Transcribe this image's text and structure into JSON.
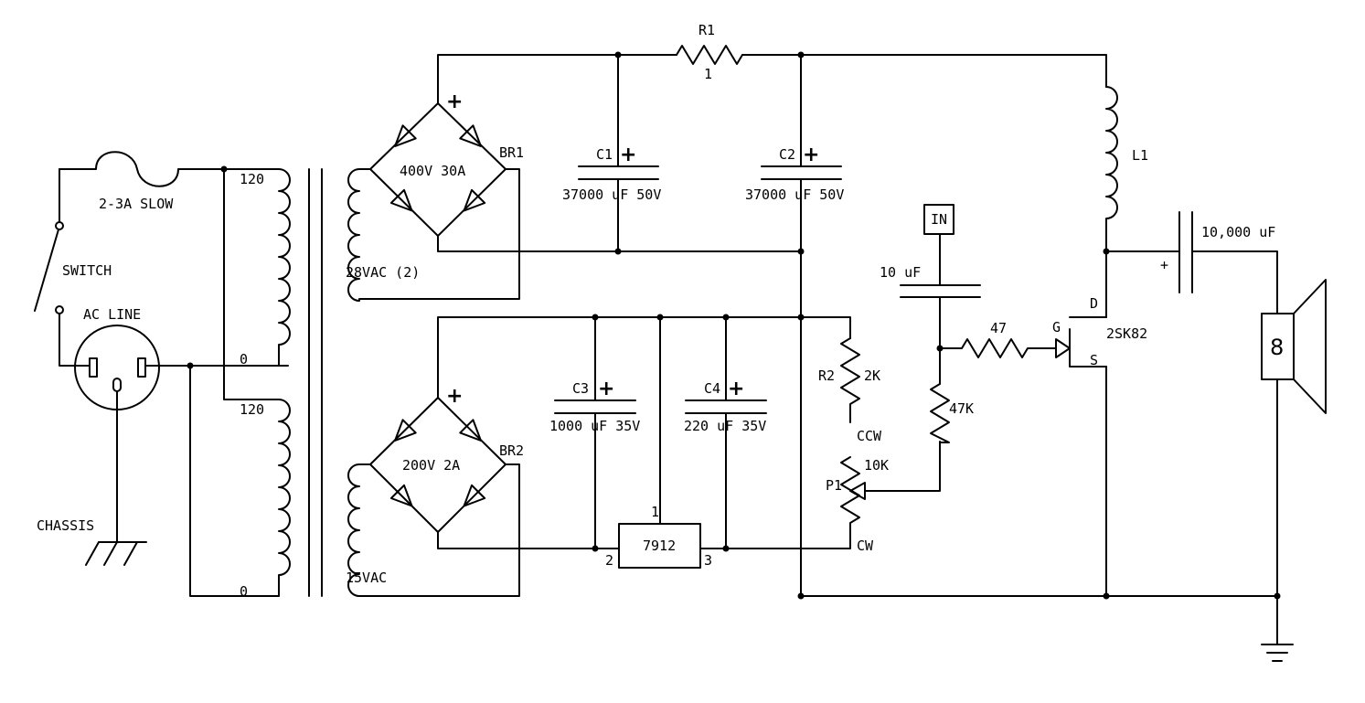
{
  "components": {
    "fuse": "2-3A SLOW",
    "switch": "SWITCH",
    "ac_line": "AC LINE",
    "chassis": "CHASSIS",
    "xfmr_120_top": "120",
    "xfmr_0_top": "0",
    "xfmr_120_bot": "120",
    "xfmr_0_bot": "0",
    "sec_28vac": "28VAC (2)",
    "sec_15vac": "15VAC",
    "br1": "BR1",
    "br1_rating": "400V 30A",
    "br2": "BR2",
    "br2_rating": "200V 2A",
    "r1": "R1",
    "r1_value": "1",
    "c1": "C1",
    "c1_value": "37000 uF 50V",
    "c2": "C2",
    "c2_value": "37000 uF 50V",
    "c3": "C3",
    "c3_value": "1000 uF 35V",
    "c4": "C4",
    "c4_value": "220 uF 35V",
    "regulator": "7912",
    "reg_pin1": "1",
    "reg_pin2": "2",
    "reg_pin3": "3",
    "r2": "R2",
    "r2_value": "2K",
    "p1": "P1",
    "p1_value": "10K",
    "ccw": "CCW",
    "cw": "CW",
    "r_47k": "47K",
    "r_47": "47",
    "input": "IN",
    "cin_value": "10 uF",
    "l1": "L1",
    "cout_value": "10,000 uF",
    "cout_plus": "+",
    "mosfet": "2SK82",
    "pin_g": "G",
    "pin_d": "D",
    "pin_s": "S",
    "speaker": "8"
  },
  "polarity_mark": "+"
}
